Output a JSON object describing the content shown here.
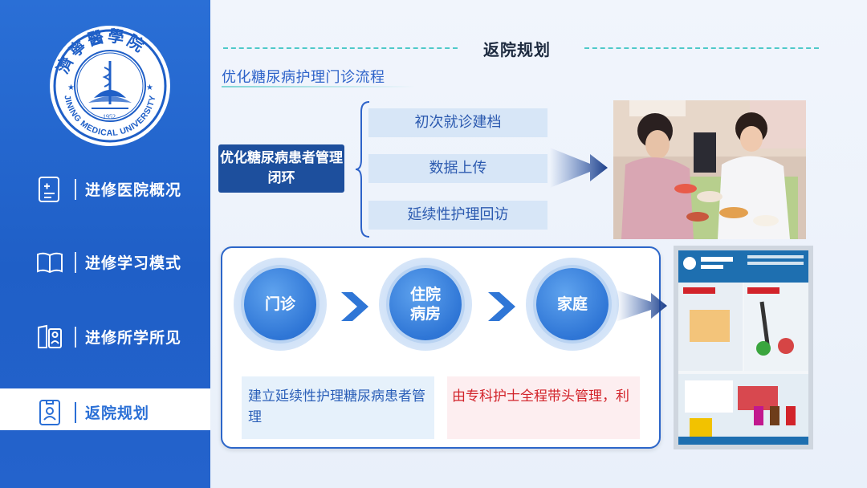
{
  "sidebar": {
    "logo": {
      "name_cn": "濟寧醫學院",
      "name_en": "JINING MEDICAL UNIVERSITY",
      "year": "1952"
    },
    "items": [
      {
        "label": "进修医院概况",
        "icon": "clipboard-icon"
      },
      {
        "label": "进修学习模式",
        "icon": "book-icon"
      },
      {
        "label": "进修所学所见",
        "icon": "reading-icon"
      },
      {
        "label": "返院规划",
        "icon": "id-badge-icon",
        "active": true
      }
    ]
  },
  "main": {
    "title": "返院规划",
    "subtitle": "优化糖尿病护理门诊流程",
    "loop_label": "优化糖尿病患者管理闭环",
    "steps": [
      "初次就诊建档",
      "数据上传",
      "延续性护理回访"
    ],
    "flow": [
      "门诊",
      "住院病房",
      "家庭"
    ],
    "note_left": "建立延续性护理糖尿病患者管理",
    "note_right": "由专科护士全程带头管理，利",
    "photo1": "nurse-consultation-photo",
    "photo2": "insulin-pen-poster-photo"
  },
  "colors": {
    "sidebar": "#2a6fd6",
    "accent": "#2e63c9",
    "dark_box": "#1d4f9d",
    "teal": "#4fc9c9",
    "red": "#d2232a"
  }
}
